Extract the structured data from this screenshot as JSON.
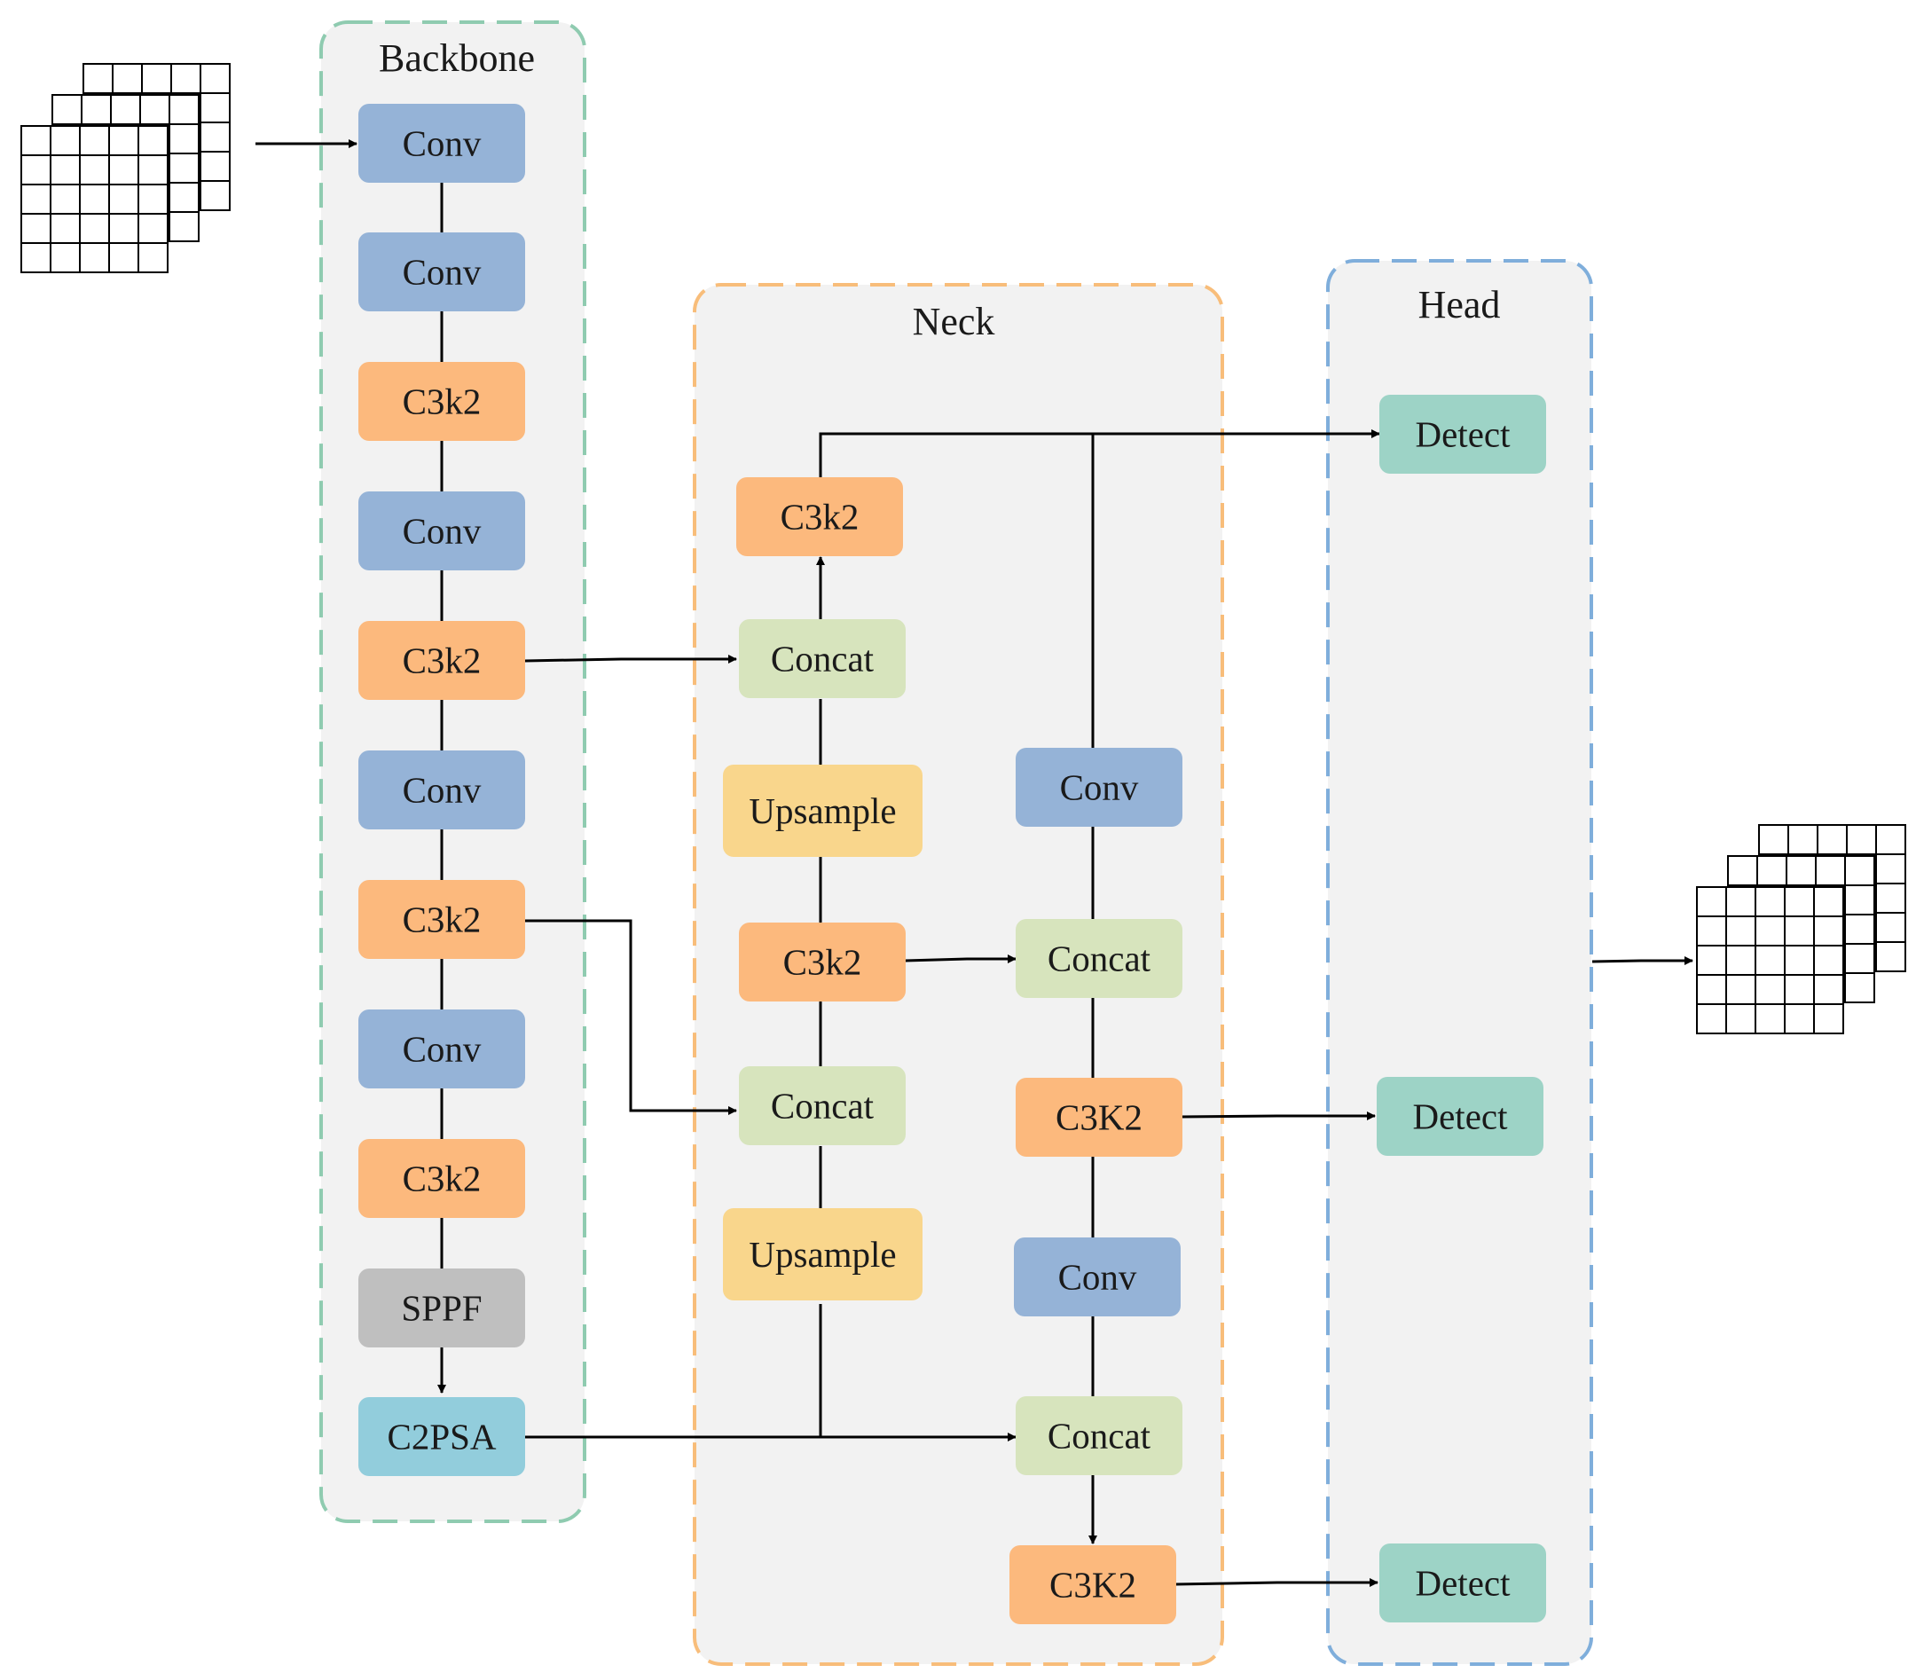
{
  "colors": {
    "conv": "#95b3d7",
    "c3k2": "#fcb97d",
    "concat": "#d7e4bd",
    "upsample": "#f9d68c",
    "sppf": "#bfbfbf",
    "c2psa": "#92cddc",
    "detect": "#9dd3c6",
    "backbone_border": "#8fcbb0",
    "neck_border": "#f8bd7a",
    "head_border": "#7faedb",
    "group_fill": "#f2f2f2",
    "line": "#000000"
  },
  "groups": {
    "backbone": {
      "title": "Backbone"
    },
    "neck": {
      "title": "Neck"
    },
    "head": {
      "title": "Head"
    }
  },
  "backbone": [
    "Conv",
    "Conv",
    "C3k2",
    "Conv",
    "C3k2",
    "Conv",
    "C3k2",
    "Conv",
    "C3k2",
    "SPPF",
    "C2PSA"
  ],
  "neck_left": [
    "C3k2",
    "Concat",
    "Upsample",
    "C3k2",
    "Concat",
    "Upsample"
  ],
  "neck_right": [
    "Conv",
    "Concat",
    "C3K2",
    "Conv",
    "Concat",
    "C3K2"
  ],
  "head": [
    "Detect",
    "Detect",
    "Detect"
  ]
}
